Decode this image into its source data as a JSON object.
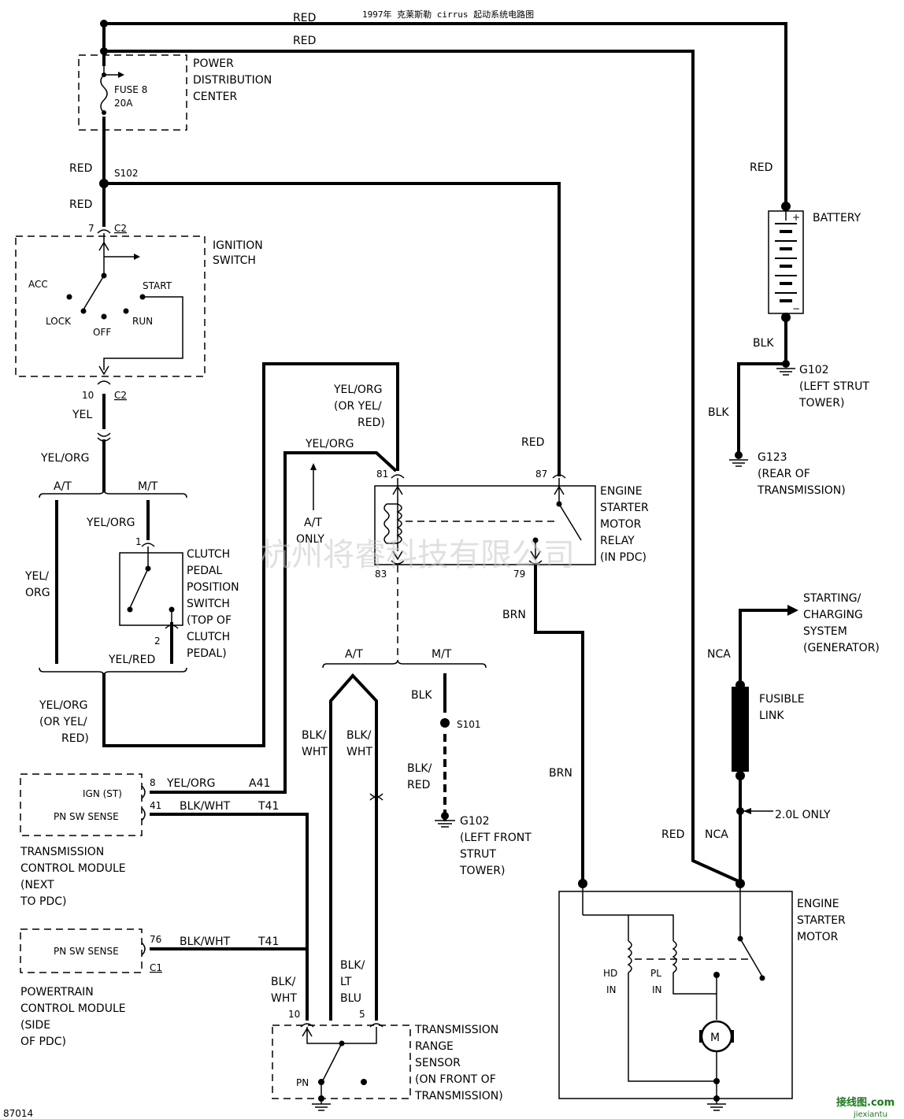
{
  "title": "1997年 克莱斯勒 cirrus 起动系统电路图",
  "figure_code": "87014",
  "watermark": "杭州将睿科技有限公司",
  "wires": {
    "red_top_1": "RED",
    "red_top_2": "RED",
    "red_battery": "RED",
    "red_s102_above": "RED",
    "red_s102_below": "RED",
    "red_relay": "RED",
    "red_motor": "RED",
    "blk_battery": "BLK",
    "blk_g123": "BLK",
    "yel_c2": "YEL",
    "yel_org_split": "YEL/ORG",
    "yel_org_mt": "YEL/ORG",
    "yel_org_at_left": "YEL/\nORG",
    "yel_red_clutch": "YEL/RED",
    "yel_org_bottom": "YEL/ORG\n(OR YEL/\nRED)",
    "yel_org_relay": "YEL/ORG\n(OR YEL/\nRED)",
    "yel_org_at_arrow": "YEL/ORG",
    "brn_1": "BRN",
    "brn_2": "BRN",
    "blk_s101": "BLK",
    "blk_red_g102": "BLK/\nRED",
    "blk_wht_left": "BLK/\nWHT",
    "blk_wht_right": "BLK/\nWHT",
    "blk_wht_tcm": "BLK/WHT",
    "blk_wht_pcm": "BLK/WHT",
    "blk_wht_trs": "BLK/\nWHT",
    "blk_lt_blu": "BLK/\nLT\nBLU",
    "yel_org_tcm": "YEL/ORG",
    "nca_top": "NCA",
    "nca_bottom": "NCA"
  },
  "circuits": {
    "a41": "A41",
    "t41_tcm": "T41",
    "t41_pcm": "T41"
  },
  "splices": {
    "s102": "S102",
    "s101": "S101"
  },
  "branches": {
    "at_1": "A/T",
    "mt_1": "M/T",
    "at_2": "A/T",
    "mt_2": "M/T"
  },
  "components": {
    "pdc": "POWER\nDISTRIBUTION\nCENTER",
    "fuse": "FUSE 8\n20A",
    "ignition": "IGNITION\nSWITCH",
    "battery": "BATTERY",
    "g102_top": "G102\n(LEFT STRUT\nTOWER)",
    "g123": "G123\n(REAR OF\nTRANSMISSION)",
    "clutch": "CLUTCH\nPEDAL\nPOSITION\nSWITCH\n(TOP OF\nCLUTCH\nPEDAL)",
    "relay": "ENGINE\nSTARTER\nMOTOR\nRELAY\n(IN PDC)",
    "at_only": "A/T\nONLY",
    "starting_charging": "STARTING/\nCHARGING\nSYSTEM\n(GENERATOR)",
    "fusible_link": "FUSIBLE\nLINK",
    "two_liter": "2.0L ONLY",
    "g102_bottom": "G102\n(LEFT FRONT\nSTRUT\nTOWER)",
    "tcm_name": "TRANSMISSION\nCONTROL MODULE\n(NEXT\nTO PDC)",
    "tcm_ign": "IGN (ST)",
    "tcm_pn": "PN SW SENSE",
    "pcm_name": "POWERTRAIN\nCONTROL MODULE\n(SIDE\nOF PDC)",
    "pcm_pn": "PN SW SENSE",
    "trs": "TRANSMISSION\nRANGE\nSENSOR\n(ON FRONT OF\nTRANSMISSION)",
    "motor": "ENGINE\nSTARTER\nMOTOR",
    "hd_in": "HD\nIN",
    "pl_in": "PL\nIN",
    "motor_symbol": "M"
  },
  "switch_positions": {
    "acc": "ACC",
    "start": "START",
    "lock": "LOCK",
    "off": "OFF",
    "run": "RUN",
    "pn": "PN"
  },
  "pins": {
    "c2_7": "7",
    "c2_label_top": "C2",
    "c2_10": "10",
    "c2_label_bottom": "C2",
    "clutch_1": "1",
    "clutch_2": "2",
    "relay_81": "81",
    "relay_83": "83",
    "relay_87": "87",
    "relay_79": "79",
    "tcm_8": "8",
    "tcm_41": "41",
    "pcm_76": "76",
    "pcm_c1": "C1",
    "trs_10": "10",
    "trs_5": "5"
  },
  "battery_signs": {
    "plus": "+",
    "minus": "−"
  },
  "corner_logo": "接线图.com",
  "corner_logo_sub": "jiexiantu"
}
